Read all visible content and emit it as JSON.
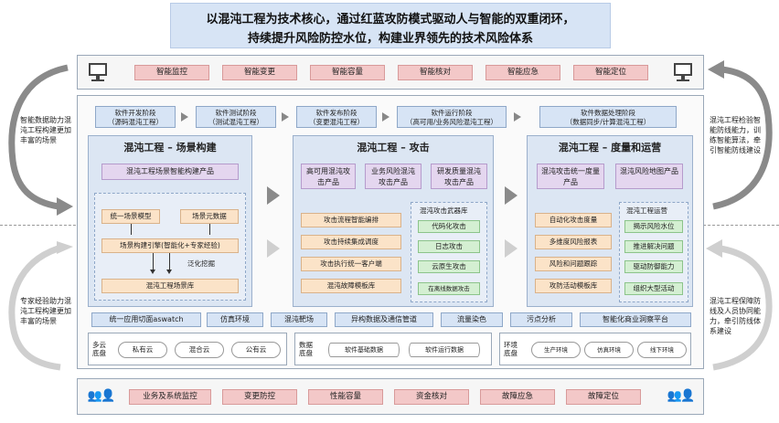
{
  "title": {
    "line1": "以混沌工程为技术核心，通过红蓝攻防模式驱动人与智能的双重闭环，",
    "line2": "持续提升风险防控水位，构建业界领先的技术风险体系"
  },
  "top_row": [
    "智能监控",
    "智能变更",
    "智能容量",
    "智能核对",
    "智能应急",
    "智能定位"
  ],
  "bottom_row": [
    "业务及系统监控",
    "变更防控",
    "性能容量",
    "资金核对",
    "故障应急",
    "故障定位"
  ],
  "side": {
    "left_top": "智能数据助力混沌工程构建更加丰富的场景",
    "left_bottom": "专家经验助力混沌工程构建更加丰富的场景",
    "right_top": "混沌工程检验智能防线能力，训练智能算法，牵引智能防线建设",
    "right_bottom": "混沌工程保障防线及人员协同能力，牵引防线体系建设"
  },
  "stages": [
    {
      "line1": "软件开发阶段",
      "line2": "（源码混沌工程）"
    },
    {
      "line1": "软件测试阶段",
      "line2": "（测试混沌工程）"
    },
    {
      "line1": "软件发布阶段",
      "line2": "（变更混沌工程）"
    },
    {
      "line1": "软件运行阶段",
      "line2": "（高可用/业务风险混沌工程）"
    },
    {
      "line1": "软件数据处理阶段",
      "line2": "（数据同步/计算混沌工程）"
    }
  ],
  "panel1": {
    "title": "混沌工程 – 场景构建",
    "product": "混沌工程场景智能构建产品",
    "model": "统一场景模型",
    "meta": "场景元数据",
    "engine": "场景构建引擎(智能化+专家经验)",
    "mining": "泛化挖掘",
    "library": "混沌工程场景库"
  },
  "panel2": {
    "title": "混沌工程 – 攻击",
    "products": [
      "高可用混沌攻击产品",
      "业务风险混沌攻击产品",
      "研发质量混沌攻击产品"
    ],
    "steps": [
      "攻击流程智能编排",
      "攻击持续集成调度",
      "攻击执行统一客户端",
      "混沌故障模板库"
    ],
    "arsenal_title": "混沌攻击武器库",
    "arsenal": [
      "代码化攻击",
      "日志攻击",
      "云原生攻击",
      "在离线数据攻击"
    ]
  },
  "panel3": {
    "title": "混沌工程 – 度量和运营",
    "products": [
      "混沌攻击统一度量产品",
      "混沌风险地图产品"
    ],
    "steps": [
      "自动化攻击度量",
      "多维度风险报表",
      "风险和问题跟踪",
      "攻防活动模板库"
    ],
    "ops_title": "混沌工程运营",
    "ops": [
      "揭示风险水位",
      "推进解决问题",
      "驱动防御能力",
      "组织大型活动"
    ]
  },
  "tools": [
    "统一应用切面aswatch",
    "仿真环境",
    "混沌靶场",
    "异构数据及通信管道",
    "流量染色",
    "污点分析",
    "智能化商业洞察平台"
  ],
  "base": {
    "cloud_label": "多云底盘",
    "clouds": [
      "私有云",
      "混合云",
      "公有云"
    ],
    "data_label": "数据底盘",
    "data": [
      "软件基础数据",
      "软件运行数据"
    ],
    "env_label": "环境底盘",
    "envs": [
      "生产环境",
      "仿真环境",
      "线下环境"
    ]
  },
  "colors": {
    "title_band": "#d7e4f5",
    "pink": "#f3c8c8",
    "panel": "#dce6f3",
    "purple": "#e4d6ef",
    "peach": "#fbe3c8",
    "green": "#d4efd2"
  },
  "icons": {
    "computer": "computer-icon",
    "people": "people-icon"
  }
}
